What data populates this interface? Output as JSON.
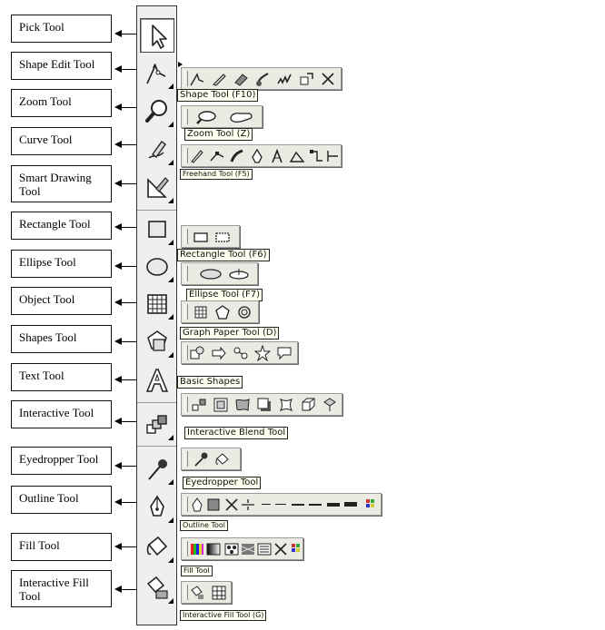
{
  "labels": [
    {
      "key": "pick",
      "text": "Pick Tool"
    },
    {
      "key": "shape_edit",
      "text": "Shape Edit Tool"
    },
    {
      "key": "zoom",
      "text": "Zoom Tool"
    },
    {
      "key": "curve",
      "text": "Curve Tool"
    },
    {
      "key": "smart_drawing",
      "text": "Smart Drawing Tool"
    },
    {
      "key": "rectangle",
      "text": "Rectangle Tool"
    },
    {
      "key": "ellipse",
      "text": "Ellipse Tool"
    },
    {
      "key": "object",
      "text": "Object Tool"
    },
    {
      "key": "shapes",
      "text": "Shapes Tool"
    },
    {
      "key": "text",
      "text": "Text Tool"
    },
    {
      "key": "interactive",
      "text": "Interactive Tool"
    },
    {
      "key": "eyedropper",
      "text": "Eyedropper Tool"
    },
    {
      "key": "outline",
      "text": "Outline Tool"
    },
    {
      "key": "fill",
      "text": "Fill Tool"
    },
    {
      "key": "interactive_fill",
      "text": "Interactive Fill Tool"
    }
  ],
  "toolbar_icons": [
    "pick-arrow-icon",
    "shape-edit-icon",
    "zoom-magnifier-icon",
    "freehand-pen-icon",
    "smart-drawing-icon",
    "rectangle-icon",
    "ellipse-icon",
    "graph-paper-icon",
    "basic-shapes-icon",
    "text-a-icon",
    "interactive-blend-icon",
    "eyedropper-icon",
    "outline-pen-icon",
    "fill-bucket-icon",
    "interactive-fill-icon"
  ],
  "tooltips": {
    "shape": "Shape Tool (F10)",
    "zoom": "Zoom Tool (Z)",
    "freehand": "Freehand Tool (F5)",
    "rectangle": "Rectangle Tool (F6)",
    "ellipse": "Ellipse Tool (F7)",
    "graph_paper": "Graph Paper Tool (D)",
    "basic_shapes": "Basic Shapes",
    "interactive_blend": "Interactive Blend Tool",
    "eyedropper": "Eyedropper Tool",
    "outline": "Outline Tool",
    "fill": "Fill Tool",
    "interactive_fill": "Interactive Fill Tool (G)"
  },
  "colors": {
    "toolbar_bg": "#efefef",
    "flyout_bg": "#ecebe3",
    "tooltip_bg": "#fffff0",
    "icon_ink": "#2a2a3a"
  }
}
